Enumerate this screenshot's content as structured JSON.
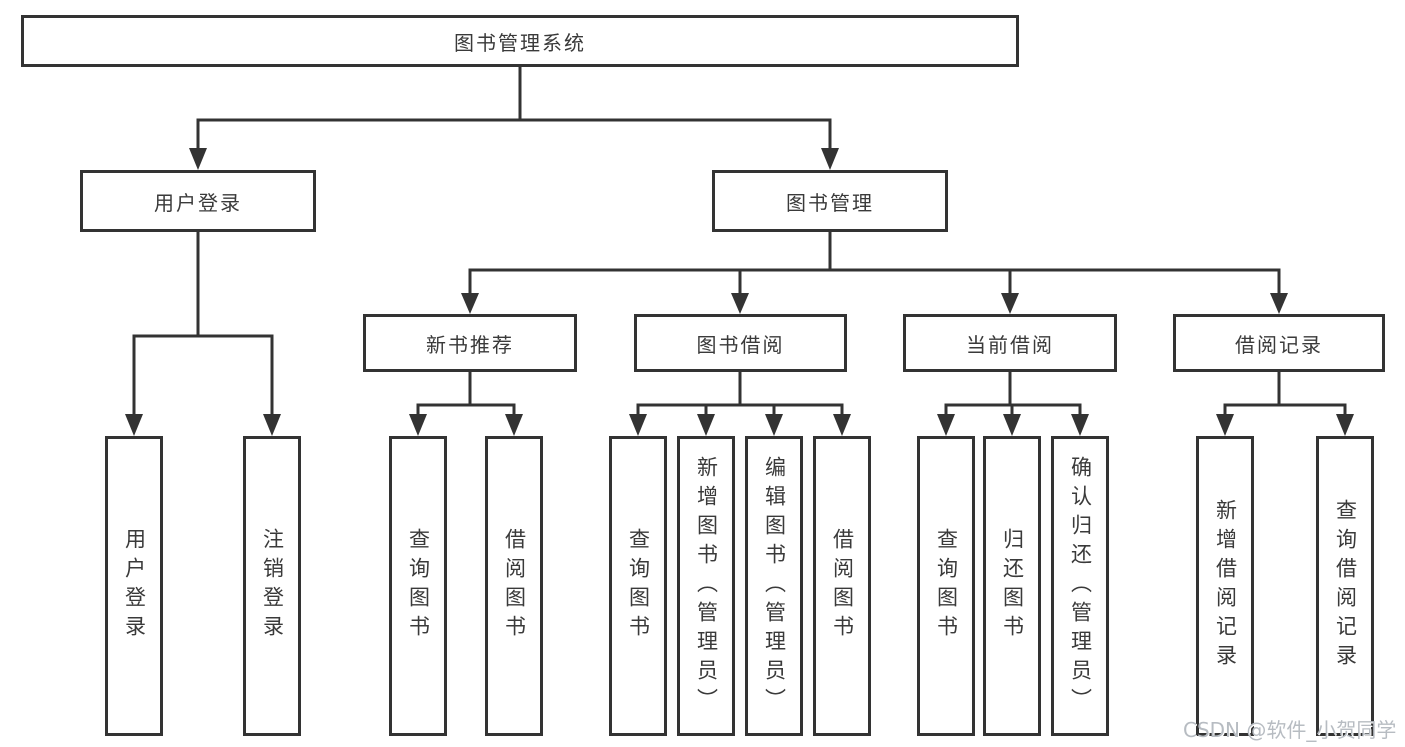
{
  "tree": {
    "root": {
      "label": "图书管理系统",
      "children": [
        {
          "label": "用户登录",
          "children": [
            {
              "label": "用户登录"
            },
            {
              "label": "注销登录"
            }
          ]
        },
        {
          "label": "图书管理",
          "children": [
            {
              "label": "新书推荐",
              "children": [
                {
                  "label": "查询图书"
                },
                {
                  "label": "借阅图书"
                }
              ]
            },
            {
              "label": "图书借阅",
              "children": [
                {
                  "label": "查询图书"
                },
                {
                  "label": "新增图书（管理员）"
                },
                {
                  "label": "编辑图书（管理员）"
                },
                {
                  "label": "借阅图书"
                }
              ]
            },
            {
              "label": "当前借阅",
              "children": [
                {
                  "label": "查询图书"
                },
                {
                  "label": "归还图书"
                },
                {
                  "label": "确认归还（管理员）"
                }
              ]
            },
            {
              "label": "借阅记录",
              "children": [
                {
                  "label": "新增借阅记录"
                },
                {
                  "label": "查询借阅记录"
                }
              ]
            }
          ]
        }
      ]
    }
  },
  "watermark": "CSDN @软件_小贺同学",
  "colors": {
    "line": "#333333",
    "text": "#3a3a3a",
    "watermark": "#b7bcc2",
    "background": "#ffffff"
  }
}
